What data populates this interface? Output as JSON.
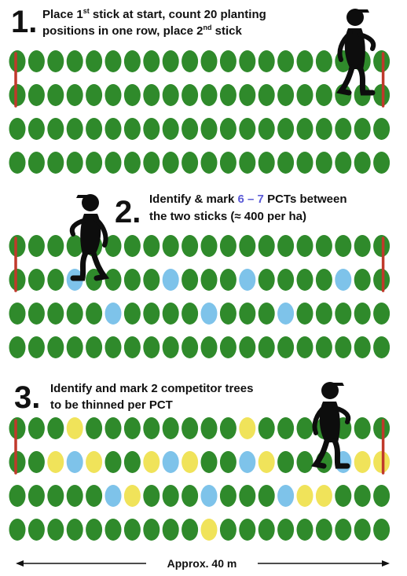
{
  "steps": [
    {
      "number": "1.",
      "line1_a": "Place 1",
      "line1_sup": "st",
      "line1_b": " stick at start, count 20 planting",
      "line2_a": "positions in one row, place 2",
      "line2_sup": "nd",
      "line2_b": " stick"
    },
    {
      "number": "2.",
      "line1_a": "Identify & mark ",
      "line1_highlight": "6 – 7",
      "line1_b": " PCTs between",
      "line2": "the two sticks (≈ 400 per ha)"
    },
    {
      "number": "3.",
      "line1": "Identify and mark 2 competitor trees",
      "line2": "to be thinned per PCT"
    }
  ],
  "footer_label": "Approx. 40 m",
  "legend_colors": {
    "tree": "#2f8a2b",
    "pct": "#7ec3ea",
    "competitor": "#f0e35a",
    "stick": "#c0392b"
  },
  "panels": [
    {
      "rows": [
        {
          "blue": [],
          "yellow": []
        },
        {
          "blue": [],
          "yellow": []
        },
        {
          "blue": [],
          "yellow": []
        },
        {
          "blue": [],
          "yellow": []
        }
      ]
    },
    {
      "rows": [
        {
          "blue": [],
          "yellow": []
        },
        {
          "blue": [
            3,
            8,
            12,
            17
          ],
          "yellow": []
        },
        {
          "blue": [
            5,
            10,
            14
          ],
          "yellow": []
        },
        {
          "blue": [],
          "yellow": []
        }
      ]
    },
    {
      "rows": [
        {
          "blue": [],
          "yellow": [
            3,
            12
          ]
        },
        {
          "blue": [
            3,
            8,
            12,
            17
          ],
          "yellow": [
            2,
            4,
            7,
            9,
            13,
            18,
            19
          ]
        },
        {
          "blue": [
            5,
            10,
            14
          ],
          "yellow": [
            6,
            15,
            16
          ]
        },
        {
          "blue": [],
          "yellow": [
            10
          ]
        }
      ]
    }
  ]
}
